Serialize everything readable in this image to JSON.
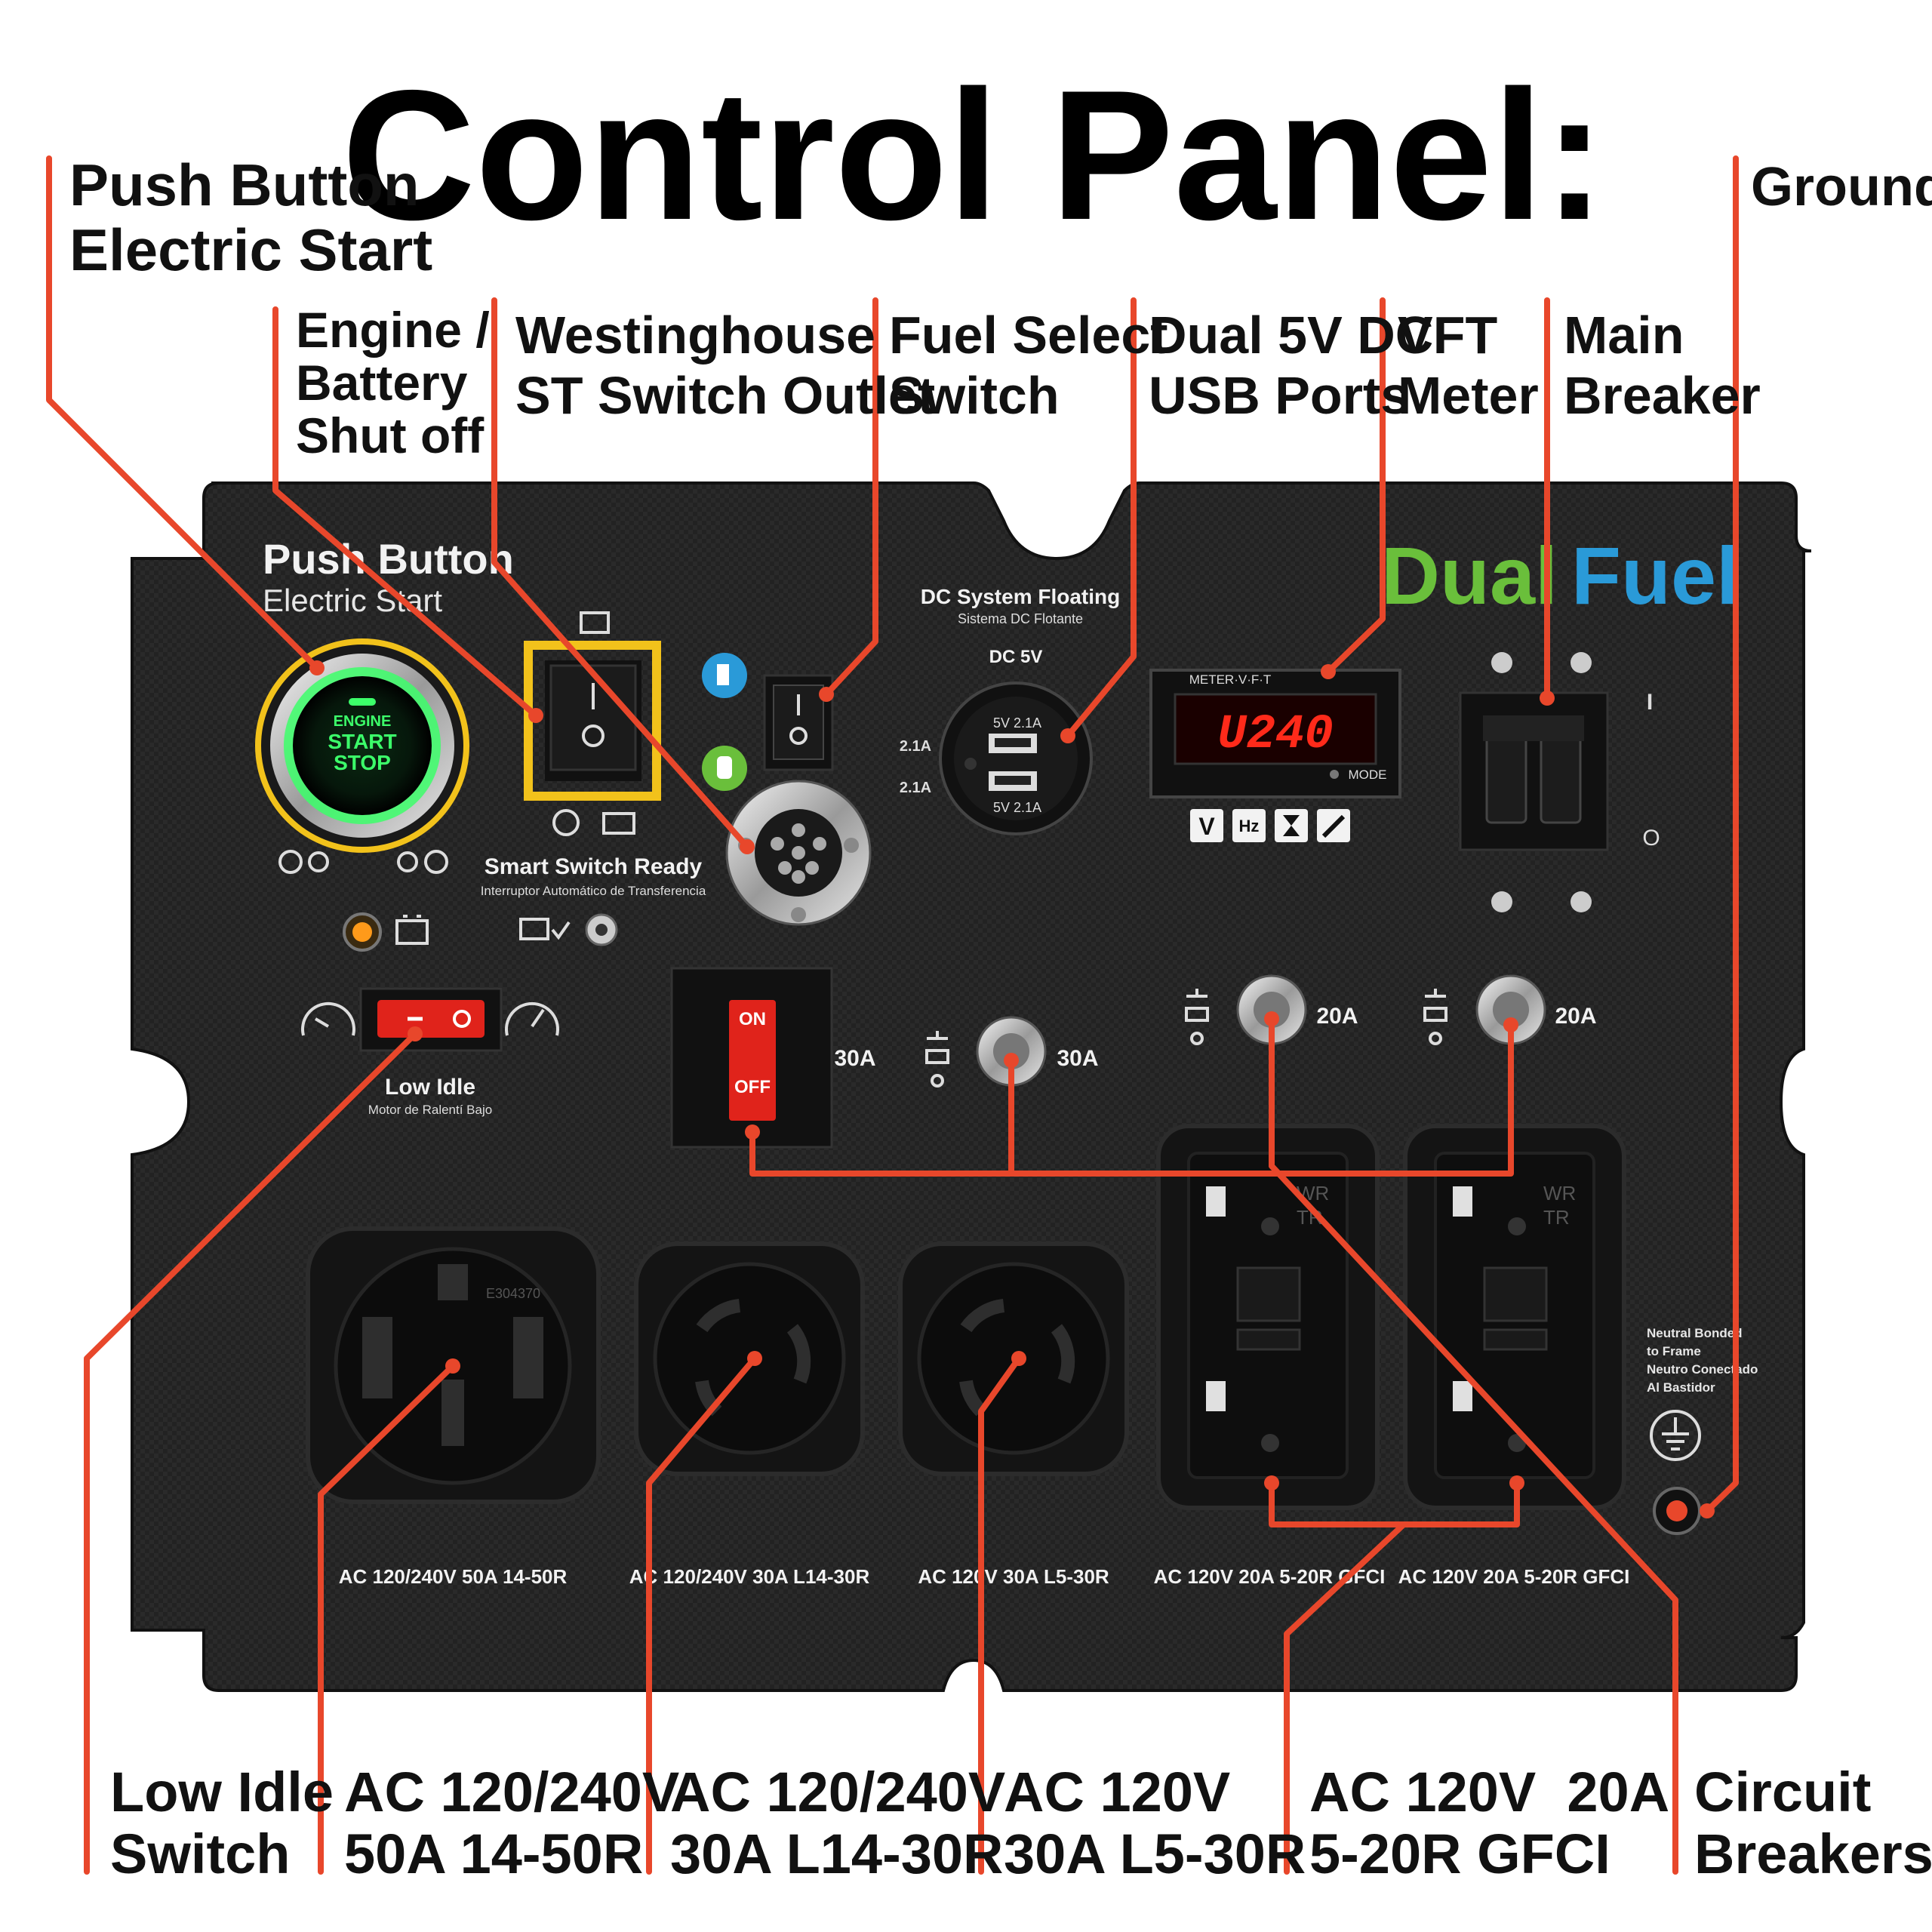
{
  "title": "Control Panel:",
  "callouts": {
    "push_button": [
      "Push Button",
      "Electric Start"
    ],
    "engine_battery": [
      "Engine /",
      "Battery",
      "Shut off"
    ],
    "st_switch": [
      "Westinghouse",
      "ST Switch Outlet"
    ],
    "fuel_select": [
      "Fuel Select",
      "Switch"
    ],
    "usb": [
      "Dual 5V DC",
      "USB Ports"
    ],
    "vft": [
      "VFT",
      "Meter"
    ],
    "main_breaker": [
      "Main",
      "Breaker"
    ],
    "ground": [
      "Ground"
    ],
    "low_idle": [
      "Low Idle",
      "Switch"
    ],
    "outlet_50a": [
      "AC 120/240V",
      "50A 14-50R"
    ],
    "outlet_l14": [
      "AC 120/240V",
      "30A L14-30R"
    ],
    "outlet_l5": [
      "AC 120V",
      "30A L5-30R"
    ],
    "outlet_gfci": [
      "AC 120V  20A",
      "5-20R GFCI"
    ],
    "circuit_breakers": [
      "Circuit",
      "Breakers"
    ]
  },
  "panel": {
    "push_button_title": "Push Button",
    "push_button_subtitle": "Electric Start",
    "start_button": [
      "ENGINE",
      "START",
      "STOP"
    ],
    "smart_switch": "Smart Switch Ready",
    "smart_switch_es": "Interruptor Automático de Transferencia",
    "dc_floating": "DC System Floating",
    "dc_floating_es": "Sistema DC Flotante",
    "dc5v": "DC 5V",
    "usb_top": "5V  2.1A",
    "usb_bottom": "5V  2.1A",
    "usb_left_top": "2.1A",
    "usb_left_bottom": "2.1A",
    "brand_dual": "Dual",
    "brand_fuel": "Fuel",
    "meter_label": "METER·V·F·T",
    "meter_reading": "U240",
    "meter_mode": "MODE",
    "meter_buttons": [
      "V",
      "Hz"
    ],
    "low_idle": "Low Idle",
    "low_idle_es": "Motor de Ralentí Bajo",
    "switch_on": "ON",
    "switch_off": "OFF",
    "breaker_30a_a": "30A",
    "breaker_30a_b": "30A",
    "breaker_20a_a": "20A",
    "breaker_20a_b": "20A",
    "main_breaker_on": "I",
    "main_breaker_off": "O",
    "outlet_14_50_code": "E304370",
    "outlet_labels": [
      "AC 120/240V 50A 14-50R",
      "AC 120/240V 30A L14-30R",
      "AC 120V 30A L5-30R",
      "AC 120V 20A 5-20R GFCI",
      "AC 120V 20A 5-20R GFCI"
    ],
    "neutral_bonded": [
      "Neutral Bonded",
      "to Frame",
      "Neutro Conectado",
      "Al Bastidor"
    ],
    "gfci_wr": "WR",
    "gfci_tr": "TR"
  },
  "colors": {
    "leader": "#e8472b",
    "panel": "#262626",
    "brand_green": "#6abf3b",
    "brand_blue": "#2a9ad8",
    "meter_red": "#ff2a1a",
    "accent_yellow": "#f2c21b",
    "start_green": "#3cff6a"
  }
}
